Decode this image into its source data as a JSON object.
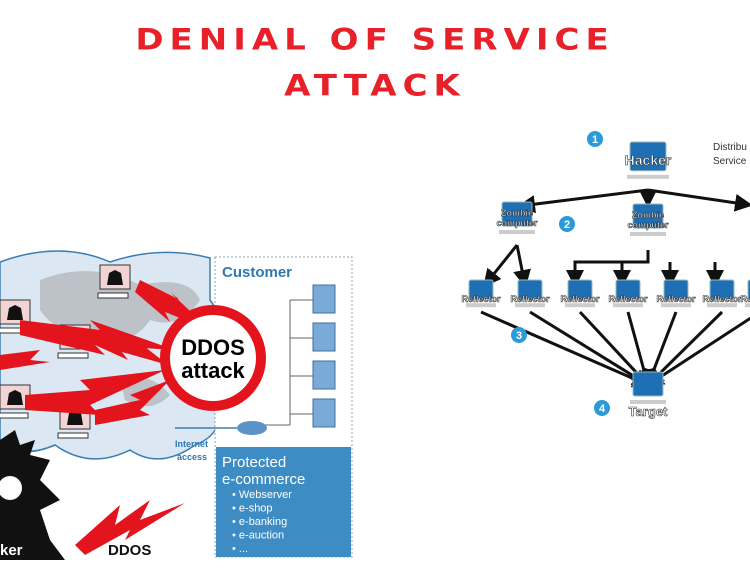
{
  "title": {
    "line1": "DENIAL OF SERVICE",
    "line2": "ATTACK"
  },
  "left_diagram": {
    "customer": "Customer",
    "sign_line1": "DDOS",
    "sign_line2": "attack",
    "internet_line1": "Internet",
    "internet_line2": "access",
    "protected_line1": "Protected",
    "protected_line2": "e-commerce",
    "services": [
      "Webserver",
      "e-shop",
      "e-banking",
      "e-auction",
      "..."
    ],
    "hacker_label": "ker",
    "ddos_label": "DDOS",
    "colors": {
      "attack_red": "#e3141c",
      "box_blue": "#3d8cc4",
      "cloud": "#dbe8f4"
    }
  },
  "right_diagram": {
    "caption_line1": "Distribu",
    "caption_line2": "Service",
    "hacker": "Hacker",
    "zombie_line1": "Zombie",
    "zombie_line2": "computer",
    "reflector": "Reflector",
    "target": "Target",
    "steps": [
      "1",
      "2",
      "3",
      "4"
    ],
    "colors": {
      "step_badge": "#2c9ad6",
      "screen": "#1f6fb5"
    }
  }
}
